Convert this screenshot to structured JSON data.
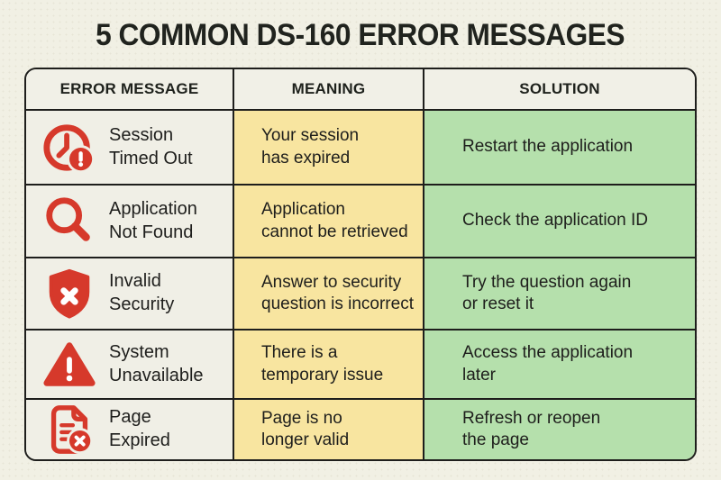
{
  "page": {
    "title": "5 COMMON DS-160 ERROR MESSAGES"
  },
  "colors": {
    "accent_red": "#D6392B",
    "meaning_yellow": "#F8E5A0",
    "solution_green": "#B5E0AC",
    "background_cream": "#F1F0E4",
    "border_dark": "#1E1E1C"
  },
  "table": {
    "headers": [
      "ERROR MESSAGE",
      "MEANING",
      "SOLUTION"
    ],
    "rows": [
      {
        "icon": "clock-alert-icon",
        "error": "Session\nTimed Out",
        "meaning": "Your session\nhas expired",
        "solution": "Restart the application"
      },
      {
        "icon": "magnifier-icon",
        "error": "Application\nNot Found",
        "meaning": "Application\ncannot be retrieved",
        "solution": "Check the application ID"
      },
      {
        "icon": "shield-x-icon",
        "error": "Invalid\nSecurity",
        "meaning": "Answer to security\nquestion is incorrect",
        "solution": "Try the question again\nor reset it"
      },
      {
        "icon": "warning-triangle-icon",
        "error": "System\nUnavailable",
        "meaning": "There is a\ntemporary issue",
        "solution": "Access the application\nlater"
      },
      {
        "icon": "page-expired-icon",
        "error": "Page\nExpired",
        "meaning": "Page is no\nlonger valid",
        "solution": "Refresh or reopen\nthe page"
      }
    ]
  }
}
